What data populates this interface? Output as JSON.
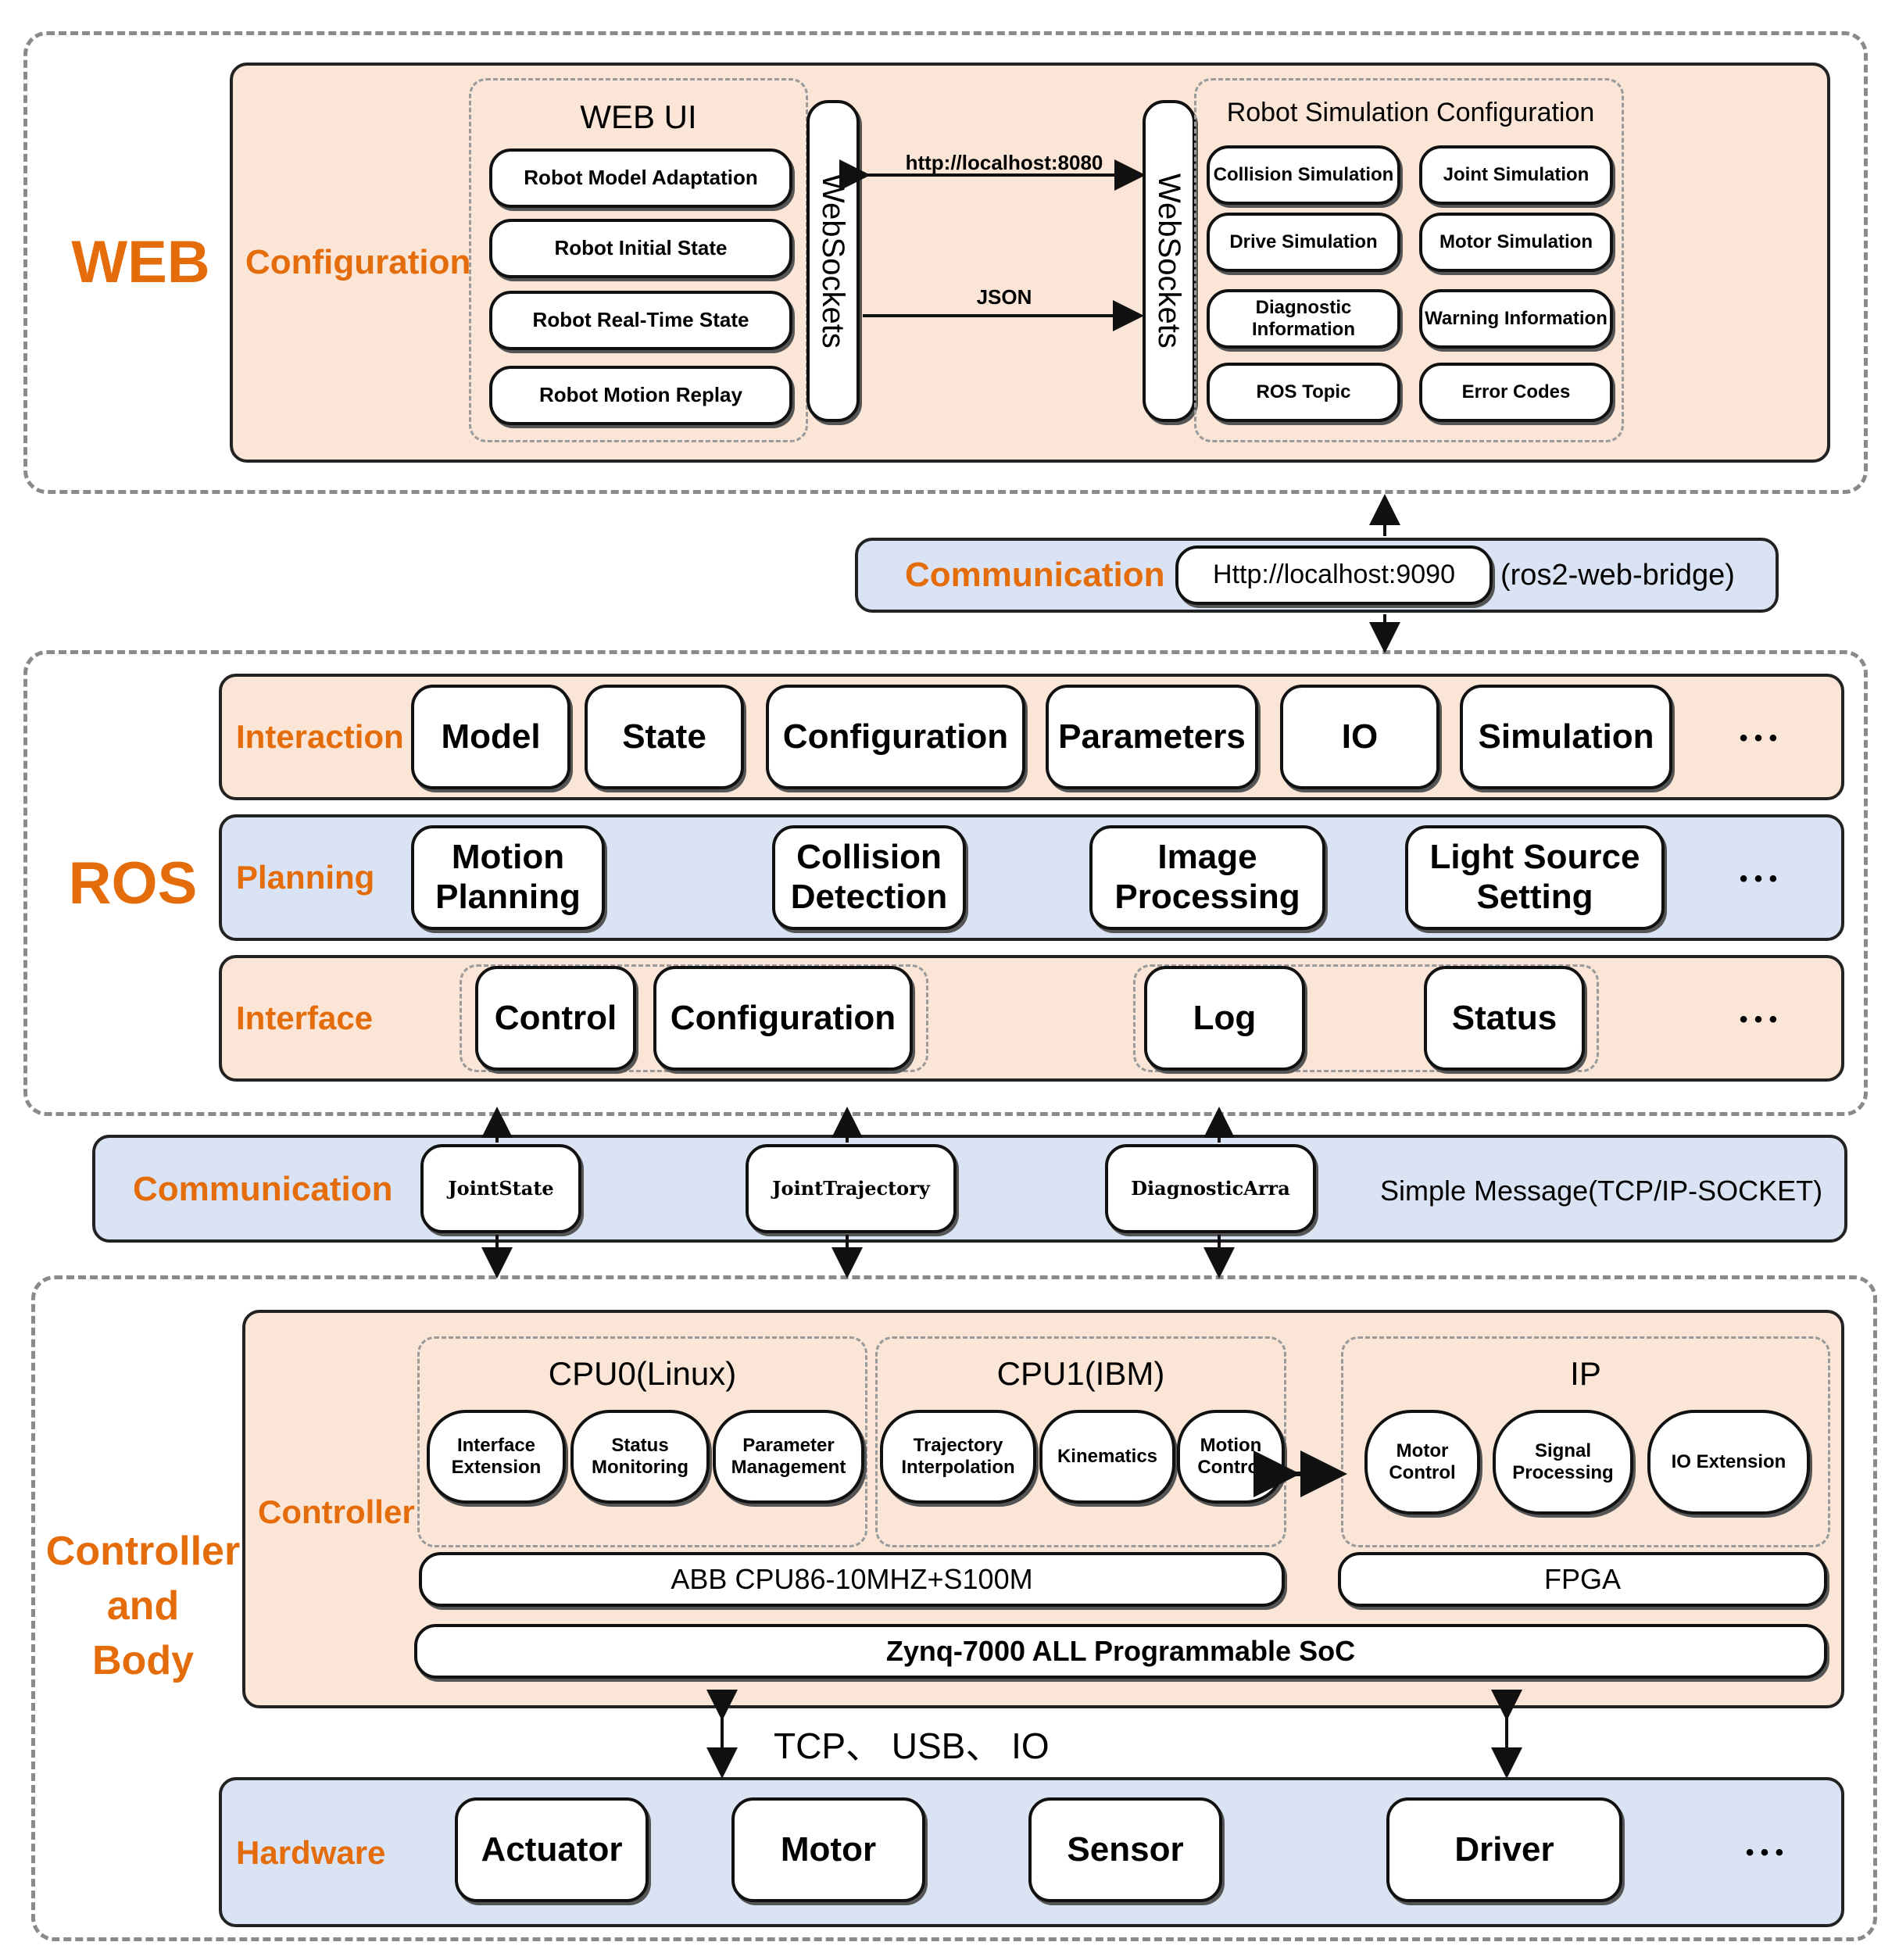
{
  "web": {
    "title": "WEB",
    "configuration_label": "Configuration",
    "web_ui_title": "WEB UI",
    "web_ui_items": [
      "Robot Model Adaptation",
      "Robot Initial State",
      "Robot Real-Time State",
      "Robot Motion Replay"
    ],
    "websockets_left": "WebSockets",
    "websockets_right": "WebSockets",
    "link_top": "http://localhost:8080",
    "link_bottom": "JSON",
    "sim_title": "Robot Simulation Configuration",
    "sim_items": [
      "Collision Simulation",
      "Joint Simulation",
      "Drive Simulation",
      "Motor Simulation",
      "Diagnostic Information",
      "Warning Information",
      "ROS Topic",
      "Error Codes"
    ]
  },
  "comm_top": {
    "label": "Communication",
    "address": "Http://localhost:9090",
    "bridge": "(ros2-web-bridge)"
  },
  "ros": {
    "title": "ROS",
    "interaction_label": "Interaction",
    "interaction_items": [
      "Model",
      "State",
      "Configuration",
      "Parameters",
      "IO",
      "Simulation"
    ],
    "planning_label": "Planning",
    "planning_items": [
      "Motion Planning",
      "Collision Detection",
      "Image Processing",
      "Light Source Setting"
    ],
    "interface_label": "Interface",
    "interface_items": [
      "Control",
      "Configuration",
      "Log",
      "Status"
    ],
    "ellipsis": "• • •"
  },
  "comm_mid": {
    "label": "Communication",
    "messages": [
      "JointState",
      "JointTrajectory",
      "DiagnosticArra"
    ],
    "protocol": "Simple Message(TCP/IP-SOCKET)"
  },
  "controller": {
    "title": "Controller and Body",
    "title_lines": [
      "Controller",
      "and",
      "Body"
    ],
    "controller_label": "Controller",
    "cpu0_title": "CPU0(Linux)",
    "cpu0_items": [
      "Interface Extension",
      "Status Monitoring",
      "Parameter Management"
    ],
    "cpu1_title": "CPU1(IBM)",
    "cpu1_items": [
      "Trajectory Interpolation",
      "Kinematics",
      "Motion Control"
    ],
    "ip_title": "IP",
    "ip_items": [
      "Motor Control",
      "Signal Processing",
      "IO Extension"
    ],
    "abb_bar": "ABB CPU86-10MHZ+S100M",
    "fpga_bar": "FPGA",
    "soc_bar": "Zynq-7000 ALL Programmable SoC",
    "link_label": "TCP、 USB、 IO"
  },
  "hardware": {
    "label": "Hardware",
    "items": [
      "Actuator",
      "Motor",
      "Sensor",
      "Driver"
    ],
    "ellipsis": "• • •"
  },
  "colors": {
    "accent_orange": "#e46c0a",
    "peach_fill": "#fbe5d6",
    "blue_fill": "#dae3f3"
  }
}
